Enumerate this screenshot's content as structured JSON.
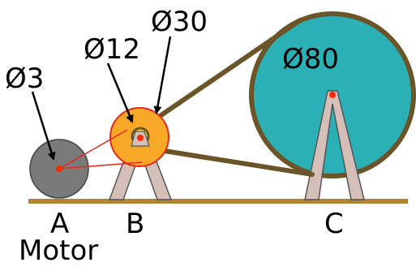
{
  "labels": {
    "dia_a": "Ø3",
    "dia_small_b": "Ø12",
    "dia_large_b": "Ø30",
    "dia_c": "Ø80",
    "station_a": "A",
    "station_b": "B",
    "station_c": "C",
    "motor": "Motor"
  },
  "colors": {
    "pulley_a": "#7a7a7a",
    "pulley_b_large": "#f7a826",
    "pulley_b_small": "#f6e63a",
    "pulley_c": "#2ab0b5",
    "belt_main": "#6b5428",
    "belt_motor": "#e02a1e",
    "ground": "#b28536",
    "stand": "#d4bfb9",
    "axle": "#ff2a00"
  }
}
